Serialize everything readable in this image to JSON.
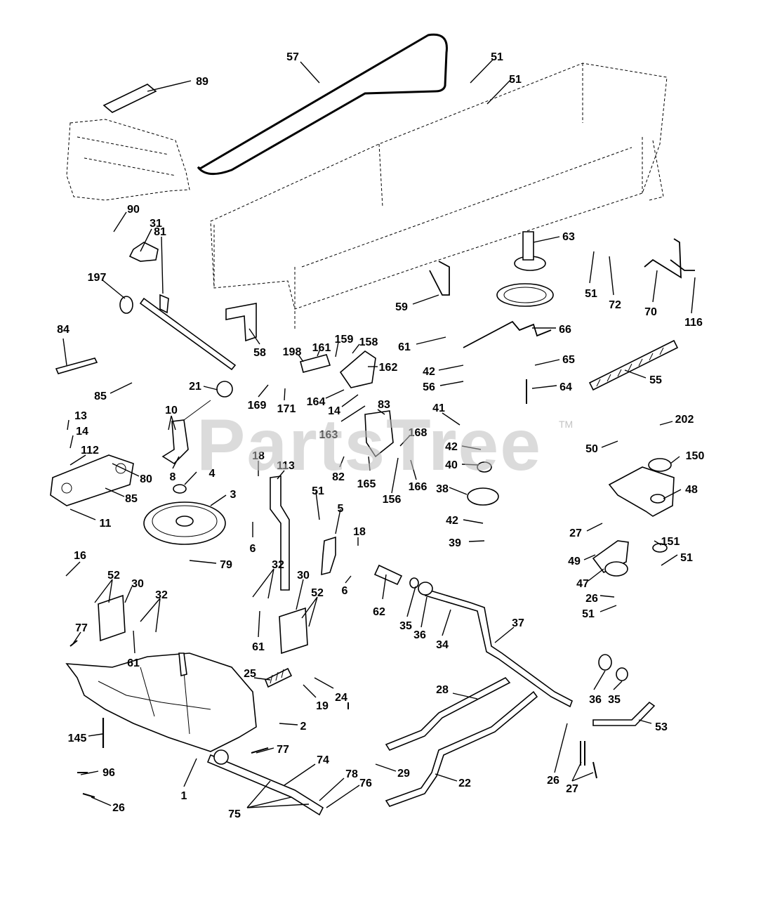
{
  "watermark": {
    "text": "PartsTree",
    "tm": "TM"
  },
  "callouts": [
    {
      "id": "c57",
      "label": "57"
    },
    {
      "id": "c51a",
      "label": "51"
    },
    {
      "id": "c51b",
      "label": "51"
    },
    {
      "id": "c89",
      "label": "89"
    },
    {
      "id": "c90",
      "label": "90"
    },
    {
      "id": "c31",
      "label": "31"
    },
    {
      "id": "c197",
      "label": "197"
    },
    {
      "id": "c81",
      "label": "81"
    },
    {
      "id": "c58",
      "label": "58"
    },
    {
      "id": "c63",
      "label": "63"
    },
    {
      "id": "c51c",
      "label": "51"
    },
    {
      "id": "c72",
      "label": "72"
    },
    {
      "id": "c70",
      "label": "70"
    },
    {
      "id": "c116",
      "label": "116"
    },
    {
      "id": "c59",
      "label": "59"
    },
    {
      "id": "c61a",
      "label": "61"
    },
    {
      "id": "c66",
      "label": "66"
    },
    {
      "id": "c42a",
      "label": "42"
    },
    {
      "id": "c56",
      "label": "56"
    },
    {
      "id": "c65",
      "label": "65"
    },
    {
      "id": "c64",
      "label": "64"
    },
    {
      "id": "c55",
      "label": "55"
    },
    {
      "id": "c84",
      "label": "84"
    },
    {
      "id": "c85a",
      "label": "85"
    },
    {
      "id": "c21",
      "label": "21"
    },
    {
      "id": "c169",
      "label": "169"
    },
    {
      "id": "c171",
      "label": "171"
    },
    {
      "id": "c198",
      "label": "198"
    },
    {
      "id": "c161",
      "label": "161"
    },
    {
      "id": "c159",
      "label": "159"
    },
    {
      "id": "c158",
      "label": "158"
    },
    {
      "id": "c162",
      "label": "162"
    },
    {
      "id": "c164",
      "label": "164"
    },
    {
      "id": "c14a",
      "label": "14"
    },
    {
      "id": "c163",
      "label": "163"
    },
    {
      "id": "c83",
      "label": "83"
    },
    {
      "id": "c41",
      "label": "41"
    },
    {
      "id": "c168",
      "label": "168"
    },
    {
      "id": "c42b",
      "label": "42"
    },
    {
      "id": "c40",
      "label": "40"
    },
    {
      "id": "c202",
      "label": "202"
    },
    {
      "id": "c50",
      "label": "50"
    },
    {
      "id": "c150",
      "label": "150"
    },
    {
      "id": "c48",
      "label": "48"
    },
    {
      "id": "c13",
      "label": "13"
    },
    {
      "id": "c10",
      "label": "10"
    },
    {
      "id": "c14b",
      "label": "14"
    },
    {
      "id": "c112",
      "label": "112"
    },
    {
      "id": "c80",
      "label": "80"
    },
    {
      "id": "c8",
      "label": "8"
    },
    {
      "id": "c18a",
      "label": "18"
    },
    {
      "id": "c113",
      "label": "113"
    },
    {
      "id": "c82",
      "label": "82"
    },
    {
      "id": "c165",
      "label": "165"
    },
    {
      "id": "c166",
      "label": "166"
    },
    {
      "id": "c156",
      "label": "156"
    },
    {
      "id": "c38",
      "label": "38"
    },
    {
      "id": "c4",
      "label": "4"
    },
    {
      "id": "c85b",
      "label": "85"
    },
    {
      "id": "c3",
      "label": "3"
    },
    {
      "id": "c11",
      "label": "11"
    },
    {
      "id": "c51d",
      "label": "51"
    },
    {
      "id": "c5",
      "label": "5"
    },
    {
      "id": "c42c",
      "label": "42"
    },
    {
      "id": "c27a",
      "label": "27"
    },
    {
      "id": "c151",
      "label": "151"
    },
    {
      "id": "c6a",
      "label": "6"
    },
    {
      "id": "c18b",
      "label": "18"
    },
    {
      "id": "c39",
      "label": "39"
    },
    {
      "id": "c49",
      "label": "49"
    },
    {
      "id": "c51e",
      "label": "51"
    },
    {
      "id": "c16",
      "label": "16"
    },
    {
      "id": "c79",
      "label": "79"
    },
    {
      "id": "c32a",
      "label": "32"
    },
    {
      "id": "c47",
      "label": "47"
    },
    {
      "id": "c52a",
      "label": "52"
    },
    {
      "id": "c30a",
      "label": "30"
    },
    {
      "id": "c32b",
      "label": "32"
    },
    {
      "id": "c6b",
      "label": "6"
    },
    {
      "id": "c30b",
      "label": "30"
    },
    {
      "id": "c52b",
      "label": "52"
    },
    {
      "id": "c62",
      "label": "62"
    },
    {
      "id": "c35a",
      "label": "35"
    },
    {
      "id": "c36a",
      "label": "36"
    },
    {
      "id": "c34",
      "label": "34"
    },
    {
      "id": "c26a",
      "label": "26"
    },
    {
      "id": "c51f",
      "label": "51"
    },
    {
      "id": "c77a",
      "label": "77"
    },
    {
      "id": "c61b",
      "label": "61"
    },
    {
      "id": "c61c",
      "label": "61"
    },
    {
      "id": "c37",
      "label": "37"
    },
    {
      "id": "c25",
      "label": "25"
    },
    {
      "id": "c24",
      "label": "24"
    },
    {
      "id": "c19",
      "label": "19"
    },
    {
      "id": "c28",
      "label": "28"
    },
    {
      "id": "c2",
      "label": "2"
    },
    {
      "id": "c36b",
      "label": "36"
    },
    {
      "id": "c35b",
      "label": "35"
    },
    {
      "id": "c53",
      "label": "53"
    },
    {
      "id": "c145",
      "label": "145"
    },
    {
      "id": "c77b",
      "label": "77"
    },
    {
      "id": "c74",
      "label": "74"
    },
    {
      "id": "c96",
      "label": "96"
    },
    {
      "id": "c29",
      "label": "29"
    },
    {
      "id": "c1",
      "label": "1"
    },
    {
      "id": "c78",
      "label": "78"
    },
    {
      "id": "c76",
      "label": "76"
    },
    {
      "id": "c22",
      "label": "22"
    },
    {
      "id": "c26b",
      "label": "26"
    },
    {
      "id": "c27b",
      "label": "27"
    },
    {
      "id": "c26c",
      "label": "26"
    },
    {
      "id": "c75",
      "label": "75"
    }
  ]
}
